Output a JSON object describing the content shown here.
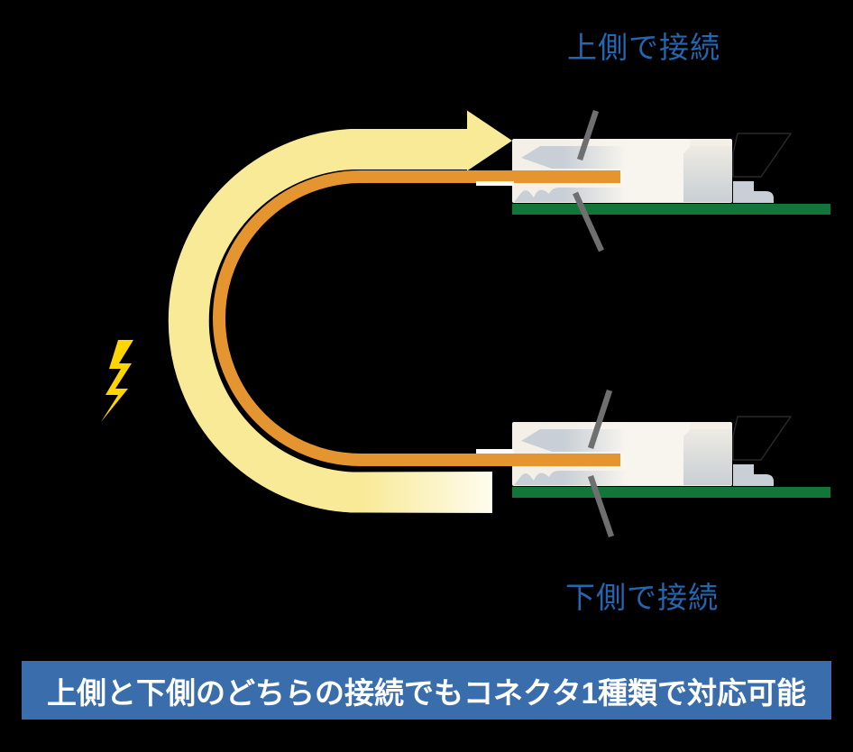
{
  "page": {
    "background": "#000000"
  },
  "annotations": {
    "top_label": "上側で接続",
    "bottom_label": "下側で接続",
    "label_color": "#2366b1"
  },
  "banner": {
    "text": "上側と下側のどちらの接続でもコネクタ1種類で対応可能",
    "background": "#3a6dab",
    "text_color": "#ffffff"
  },
  "diagram": {
    "curved_arrow_color": "#f8ea96",
    "curved_arrow_fade_color": "#fffdf2",
    "cable_color": "#e5952f",
    "cable_insulation_color": "#fcfbf7",
    "bolt_color": "#fed500",
    "pcb_color": "#127539",
    "connector_body_color": "#f4f0e7",
    "contact_metal_color": "#c8cfd6",
    "leader_line_color": "#6f6f6f",
    "actuator_outline_color": "#282828",
    "actuator_fill_color": "#000000"
  }
}
